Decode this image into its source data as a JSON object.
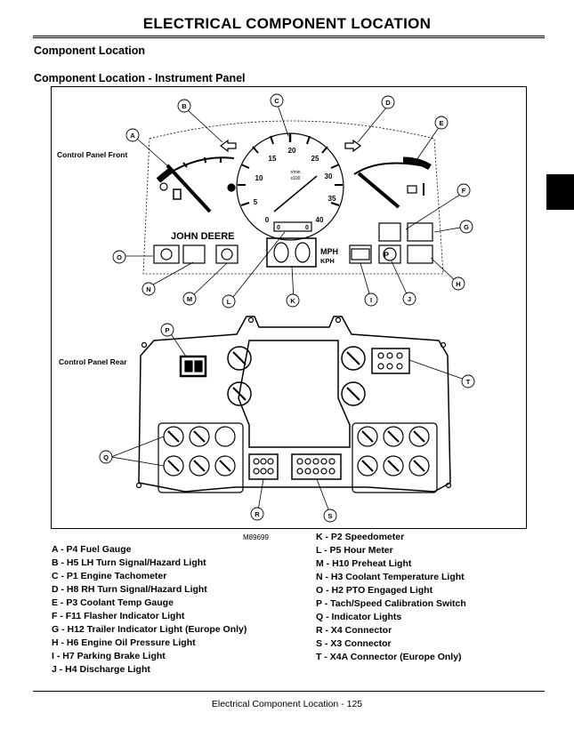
{
  "page": {
    "title": "ELECTRICAL   COMPONENT LOCATION",
    "heading": "Component Location",
    "subheading": "Component Location - Instrument Panel",
    "figure_id": "M89699",
    "footer": "Electrical   Component Location - 125"
  },
  "diagram": {
    "front_label": "Control Panel Front",
    "rear_label": "Control Panel Rear",
    "brand": "JOHN DEERE",
    "tach_unit_1": "r/min",
    "tach_unit_2": "x100",
    "speed_unit_1": "MPH",
    "speed_unit_2": "KPH",
    "tach_scale": [
      "0",
      "5",
      "10",
      "15",
      "20",
      "25",
      "30",
      "35",
      "40"
    ],
    "hour_meter": [
      "0",
      "0"
    ],
    "park_symbol": "P",
    "callouts": [
      "A",
      "B",
      "C",
      "D",
      "E",
      "F",
      "G",
      "H",
      "J",
      "K",
      "L",
      "M",
      "N",
      "O",
      "P",
      "Q",
      "R",
      "S",
      "T"
    ]
  },
  "legend_left": [
    "A - P4 Fuel Gauge",
    "B - H5 LH Turn Signal/Hazard Light",
    "C - P1 Engine Tachometer",
    "D - H8 RH Turn Signal/Hazard Light",
    "E - P3 Coolant Temp Gauge",
    "F - F11 Flasher Indicator Light",
    "G - H12 Trailer Indicator Light (Europe Only)",
    "H - H6 Engine Oil Pressure Light",
    "I  - H7 Parking Brake Light",
    "J  - H4 Discharge Light"
  ],
  "legend_right": [
    "K - P2 Speedometer",
    "L - P5 Hour Meter",
    "M - H10 Preheat Light",
    "N - H3 Coolant Temperature Light",
    "O - H2 PTO Engaged Light",
    "P - Tach/Speed Calibration Switch",
    "Q - Indicator Lights",
    "R - X4 Connector",
    "S - X3 Connector",
    "T - X4A Connector (Europe Only)"
  ]
}
